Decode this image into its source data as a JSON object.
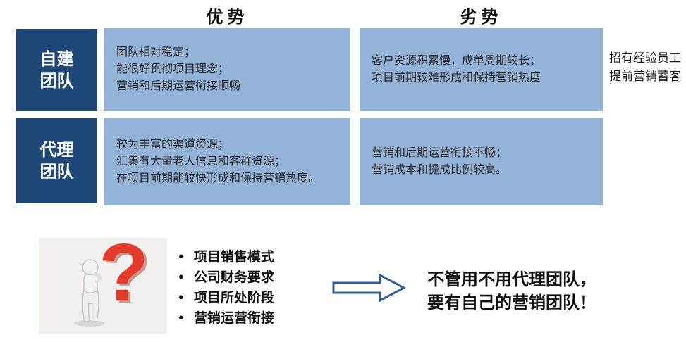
{
  "colors": {
    "dark_blue": "#1F4878",
    "light_blue": "#94B3D8",
    "arrow_stroke": "#365F91",
    "question_red": "#E23B2C",
    "image_bg": "#F2F0EE"
  },
  "headers": {
    "advantage": "优势",
    "disadvantage": "劣势"
  },
  "rows": [
    {
      "label_lines": [
        "自建",
        "团队"
      ],
      "advantage_lines": [
        "团队相对稳定；",
        "能很好贯彻项目理念；",
        "营销和后期运营衔接顺畅"
      ],
      "disadvantage_lines": [
        "客户资源积累慢，成单周期较长；",
        "项目前期较难形成和保持营销热度"
      ]
    },
    {
      "label_lines": [
        "代理",
        "团队"
      ],
      "advantage_lines": [
        "较为丰富的渠道资源；",
        "汇集有大量老人信息和客群资源；",
        "在项目前期能较快形成和保持营销热度。"
      ],
      "disadvantage_lines": [
        "营销和后期运营衔接不畅；",
        "营销成本和提成比例较高。"
      ]
    }
  ],
  "side_note_lines": [
    "招有经验员工",
    "提前营销蓄客"
  ],
  "bottom": {
    "question_mark_glyph": "?",
    "bullet_glyph": "●",
    "considerations": [
      "项目销售模式",
      "公司财务要求",
      "项目所处阶段",
      "营销运营衔接"
    ],
    "conclusion_lines": [
      "不管用不用代理团队，",
      "要有自己的营销团队！"
    ]
  }
}
